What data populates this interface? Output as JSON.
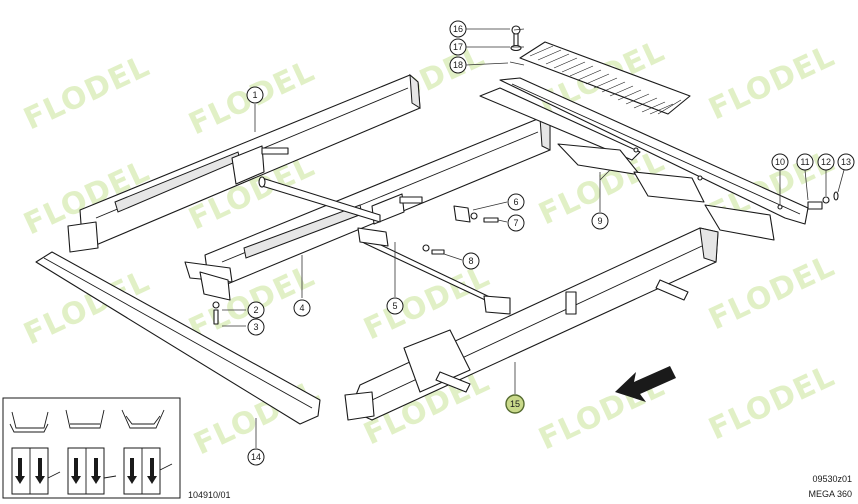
{
  "callouts": [
    {
      "id": "c1",
      "label": "1"
    },
    {
      "id": "c2",
      "label": "2"
    },
    {
      "id": "c3",
      "label": "3"
    },
    {
      "id": "c4",
      "label": "4"
    },
    {
      "id": "c5",
      "label": "5"
    },
    {
      "id": "c6",
      "label": "6"
    },
    {
      "id": "c7",
      "label": "7"
    },
    {
      "id": "c8",
      "label": "8"
    },
    {
      "id": "c9",
      "label": "9"
    },
    {
      "id": "c10",
      "label": "10"
    },
    {
      "id": "c11",
      "label": "11"
    },
    {
      "id": "c12",
      "label": "12"
    },
    {
      "id": "c13",
      "label": "13"
    },
    {
      "id": "c14",
      "label": "14"
    },
    {
      "id": "c15",
      "label": "15"
    },
    {
      "id": "c16",
      "label": "16"
    },
    {
      "id": "c17",
      "label": "17"
    },
    {
      "id": "c18",
      "label": "18"
    }
  ],
  "highlighted_callout": "15",
  "watermark": "FLODEL",
  "watermark_color": "#d8ecb4",
  "highlight_color": "#c9d98a",
  "footer": {
    "drawing_number": "104910/01",
    "ref_code": "09530z01",
    "model": "MEGA 360"
  }
}
